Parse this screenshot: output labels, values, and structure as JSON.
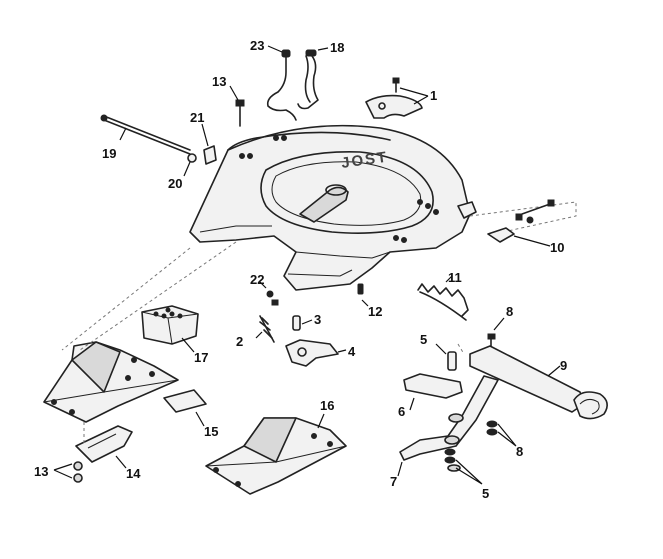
{
  "callouts": {
    "c1": "1",
    "c2": "2",
    "c3": "3",
    "c4": "4",
    "c5a": "5",
    "c5b": "5",
    "c6": "6",
    "c7": "7",
    "c8a": "8",
    "c8b": "8",
    "c9": "9",
    "c10": "10",
    "c11": "11",
    "c12": "12",
    "c13a": "13",
    "c13b": "13",
    "c14": "14",
    "c15": "15",
    "c16": "16",
    "c17": "17",
    "c18": "18",
    "c19": "19",
    "c20": "20",
    "c21": "21",
    "c22": "22",
    "c23": "23"
  },
  "hitch_logo": "JOST",
  "colors": {
    "line": "#222222",
    "fill": "#f2f2f2",
    "background": "#ffffff"
  }
}
